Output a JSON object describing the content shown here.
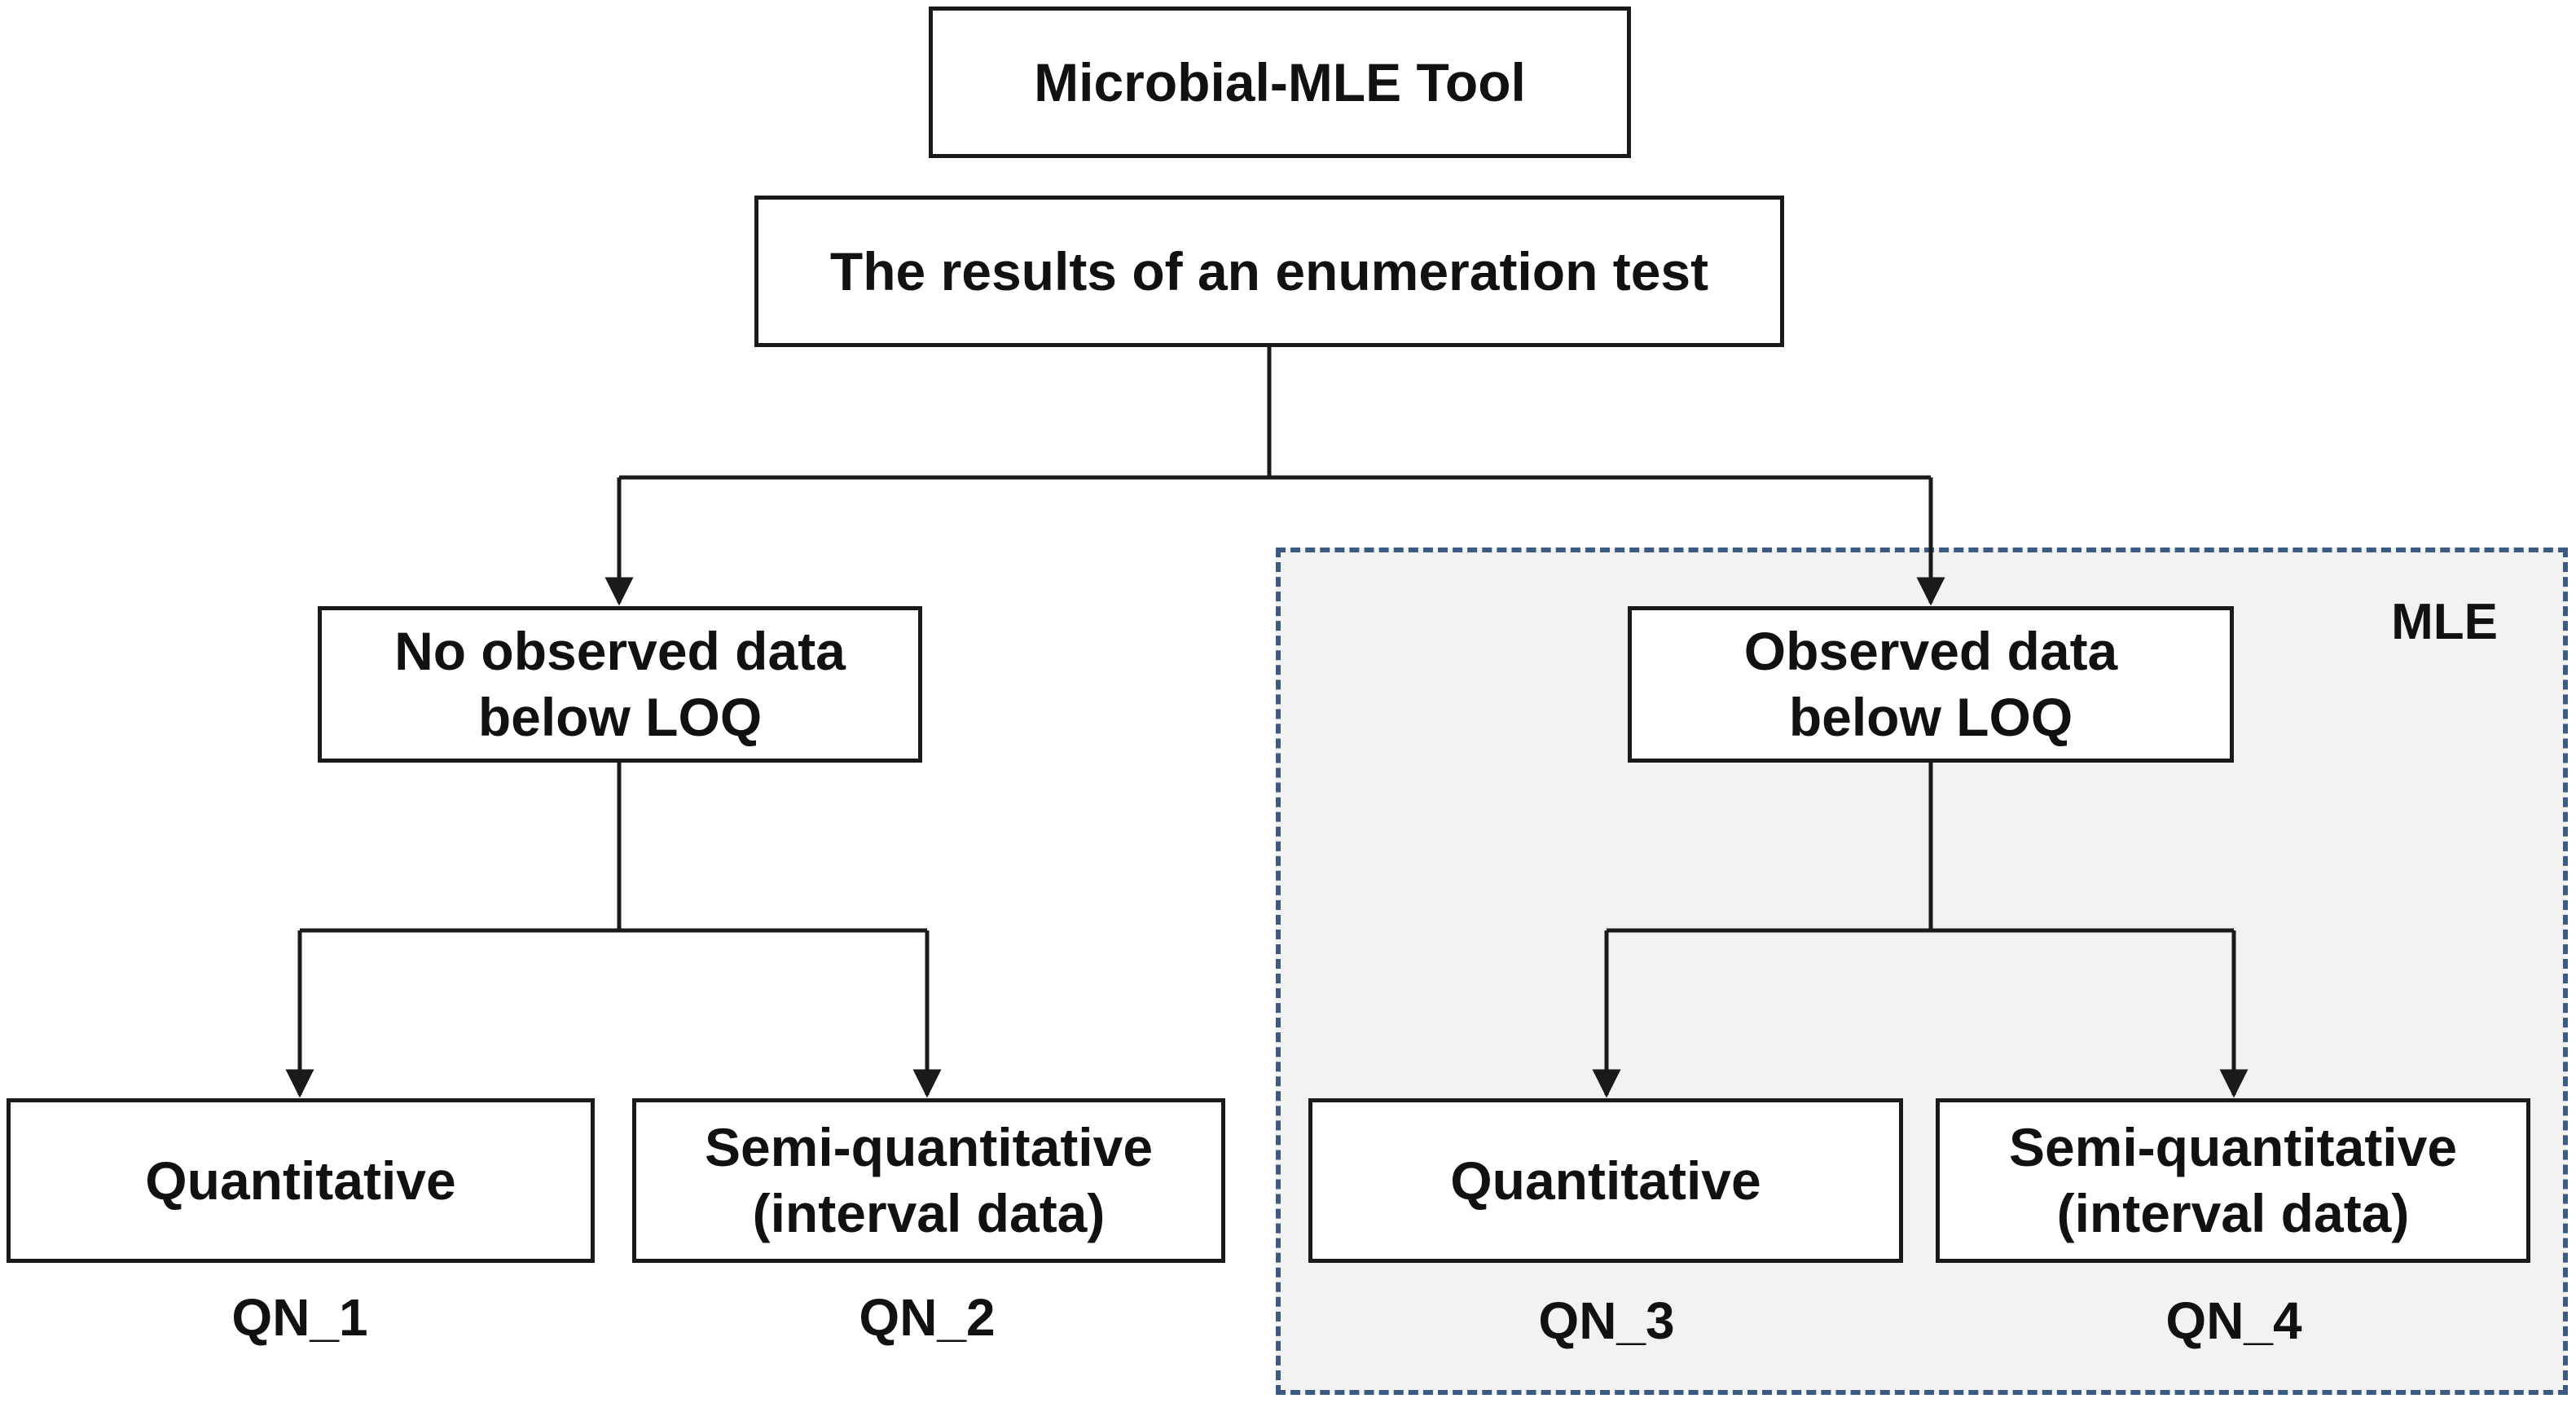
{
  "title": "Microbial-MLE Tool",
  "root": "The results of an enumeration test",
  "region": {
    "label": "MLE",
    "color": "#3d5a80",
    "fill": "#f2f2f2"
  },
  "branches": {
    "left": {
      "label": "No observed data\nbelow LOQ",
      "children": [
        {
          "label": "Quantitative",
          "code": "QN_1"
        },
        {
          "label": "Semi-quantitative\n(interval data)",
          "code": "QN_2"
        }
      ]
    },
    "right": {
      "label": "Observed data\nbelow LOQ",
      "children": [
        {
          "label": "Quantitative",
          "code": "QN_3"
        },
        {
          "label": "Semi-quantitative\n(interval data)",
          "code": "QN_4"
        }
      ]
    }
  }
}
